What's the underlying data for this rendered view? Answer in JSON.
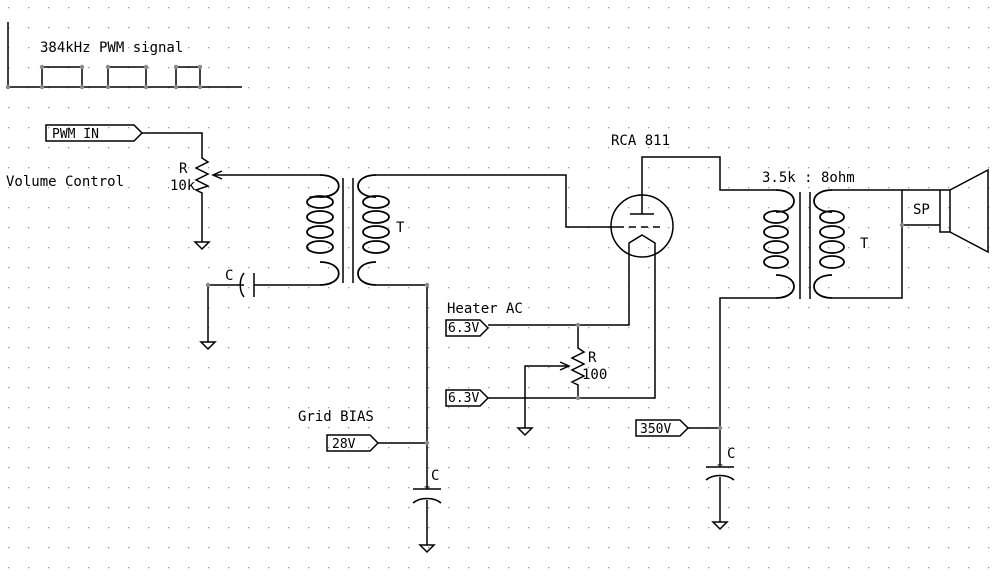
{
  "labels": {
    "pwm_signal": "384kHz PWM signal",
    "volume_control": "Volume Control",
    "pot_ref": "R",
    "pot_value": "10k",
    "coupling_cap": "C",
    "input_transformer": "T",
    "tube": "RCA 811",
    "output_ratio": "3.5k : 8ohm",
    "output_transformer": "T",
    "speaker": "SP",
    "heater_ac": "Heater AC",
    "heater_pot_ref": "R",
    "heater_pot_value": "100",
    "grid_bias": "Grid BIAS",
    "grid_cap": "C",
    "plate_cap": "C"
  },
  "ports": {
    "pwm_in": "PWM_IN",
    "heater_1": "6.3V",
    "heater_2": "6.3V",
    "grid_bias": "28V",
    "plate": "350V"
  }
}
